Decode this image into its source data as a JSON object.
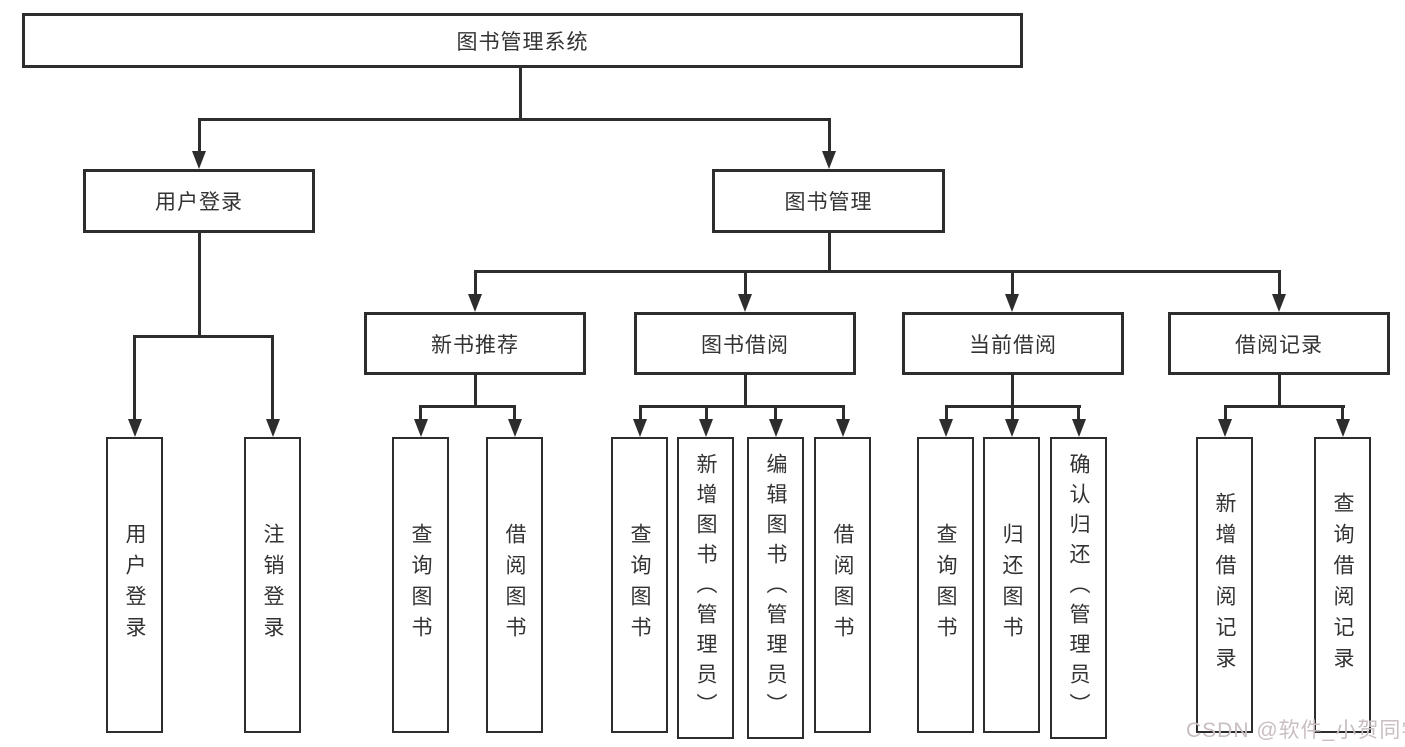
{
  "diagram": {
    "root": {
      "label": "图书管理系统"
    },
    "login": {
      "label": "用户登录",
      "children": [
        {
          "label": "用户登录"
        },
        {
          "label": "注销登录"
        }
      ]
    },
    "mgmt": {
      "label": "图书管理",
      "sections": [
        {
          "label": "新书推荐",
          "children": [
            {
              "label": "查询图书"
            },
            {
              "label": "借阅图书"
            }
          ]
        },
        {
          "label": "图书借阅",
          "children": [
            {
              "label": "查询图书"
            },
            {
              "label": "新增图书（管理员）"
            },
            {
              "label": "编辑图书（管理员）"
            },
            {
              "label": "借阅图书"
            }
          ]
        },
        {
          "label": "当前借阅",
          "children": [
            {
              "label": "查询图书"
            },
            {
              "label": "归还图书"
            },
            {
              "label": "确认归还（管理员）"
            }
          ]
        },
        {
          "label": "借阅记录",
          "children": [
            {
              "label": "新增借阅记录"
            },
            {
              "label": "查询借阅记录"
            }
          ]
        }
      ]
    }
  },
  "watermark": {
    "text": "CSDN @软件_小贺同学"
  },
  "colors": {
    "line": "#2d2d2d",
    "text": "#333333",
    "box_bg": "#ffffff",
    "watermark": "#c9bec1"
  }
}
